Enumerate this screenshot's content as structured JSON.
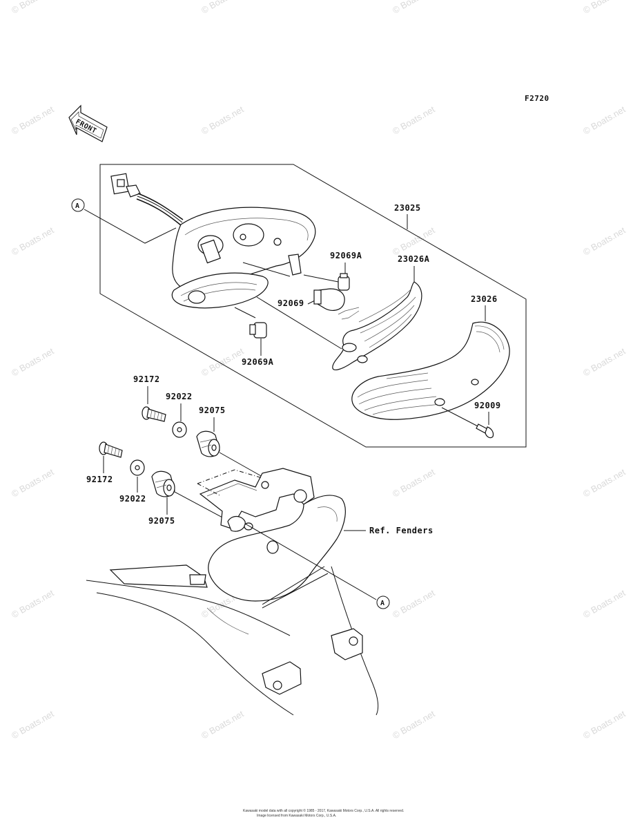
{
  "figure_code": "F2720",
  "front_label": "FRONT",
  "watermark": "© Boats.net",
  "callouts": {
    "ref_a_top": "A",
    "ref_a_bottom": "A",
    "p23025": "23025",
    "p23026a": "23026A",
    "p23026": "23026",
    "p92069a_top": "92069A",
    "p92069": "92069",
    "p92069a_bottom": "92069A",
    "p92009": "92009",
    "p92172_top": "92172",
    "p92022_top": "92022",
    "p92075_top": "92075",
    "p92172_bottom": "92172",
    "p92022_bottom": "92022",
    "p92075_bottom": "92075",
    "ref_fenders": "Ref. Fenders"
  },
  "footer": {
    "line1": "Kawasaki model data with all copyright © 1985 - 2017, Kawasaki Motors Corp., U.S.A. All rights reserved.",
    "line2": "Image licensed from Kawasaki Motors Corp., U.S.A."
  }
}
